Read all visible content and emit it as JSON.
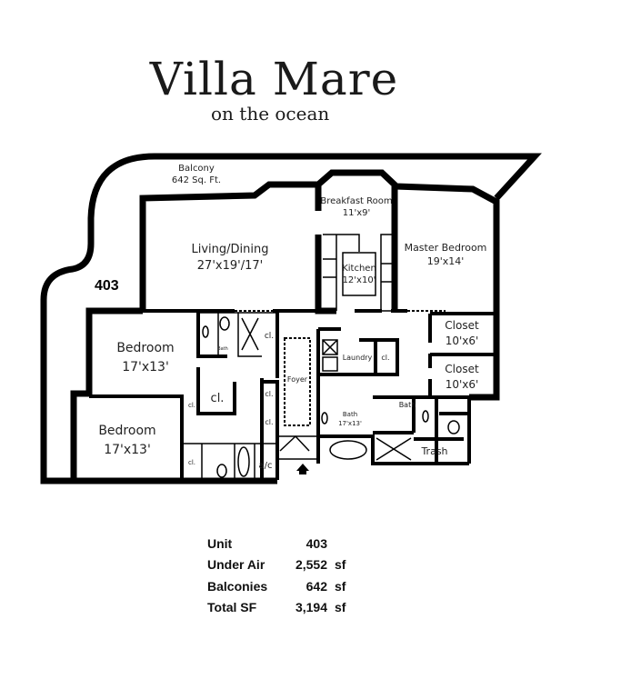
{
  "header": {
    "title": "Villa Mare",
    "subtitle": "on the ocean"
  },
  "plan": {
    "unit_number": "403",
    "balcony": {
      "name": "Balcony",
      "area": "642 Sq. Ft."
    },
    "rooms": {
      "living": {
        "name": "Living/Dining",
        "size": "27'x19'/17'"
      },
      "breakfast": {
        "name": "Breakfast Room",
        "size": "11'x9'"
      },
      "kitchen": {
        "name": "Kitchen",
        "size": "12'x10'"
      },
      "master": {
        "name": "Master Bedroom",
        "size": "19'x14'"
      },
      "bedroom1": {
        "name": "Bedroom",
        "size": "17'x13'"
      },
      "bedroom2": {
        "name": "Bedroom",
        "size": "17'x13'"
      },
      "closet1": {
        "name": "Closet",
        "size": "10'x6'"
      },
      "closet2": {
        "name": "Closet",
        "size": "10'x6'"
      },
      "master_bath": {
        "name": "Bath",
        "size": "17'x13'"
      },
      "bath_small": "Bath",
      "bath2": "Bath",
      "foyer": "Foyer",
      "laundry": "Laundry",
      "trash": "Trash",
      "ac": "a/c",
      "closet_label": "cl."
    }
  },
  "stats": [
    {
      "label": "Unit",
      "value": "403",
      "unit": ""
    },
    {
      "label": "Under Air",
      "value": "2,552",
      "unit": "sf"
    },
    {
      "label": "Balconies",
      "value": "642",
      "unit": "sf"
    },
    {
      "label": "Total SF",
      "value": "3,194",
      "unit": "sf"
    }
  ]
}
